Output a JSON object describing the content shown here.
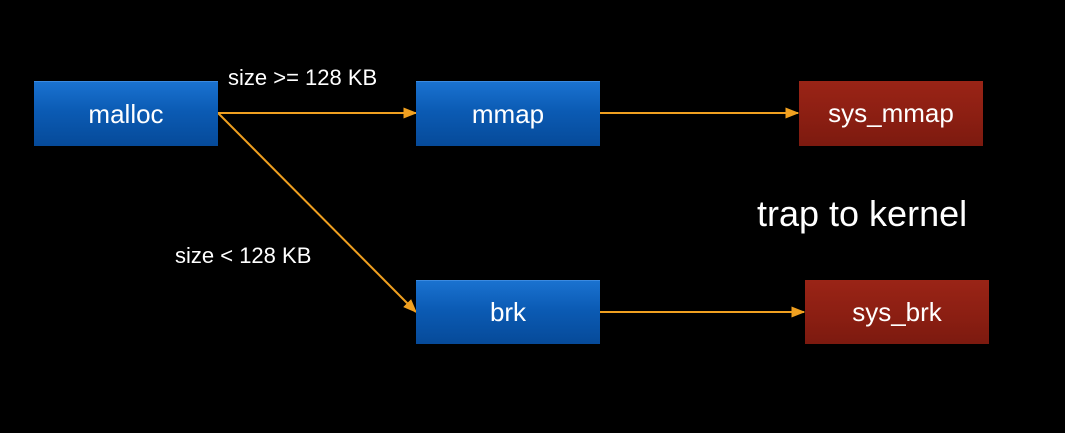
{
  "nodes": {
    "malloc": "malloc",
    "mmap": "mmap",
    "brk": "brk",
    "sys_mmap": "sys_mmap",
    "sys_brk": "sys_brk"
  },
  "edges": {
    "large": "size >= 128 KB",
    "small": "size < 128 KB"
  },
  "annotation": "trap to kernel",
  "colors": {
    "background": "#000000",
    "user_box": "#0b5bb4",
    "kernel_box": "#8a1e12",
    "arrow": "#f0a020",
    "text": "#ffffff"
  }
}
